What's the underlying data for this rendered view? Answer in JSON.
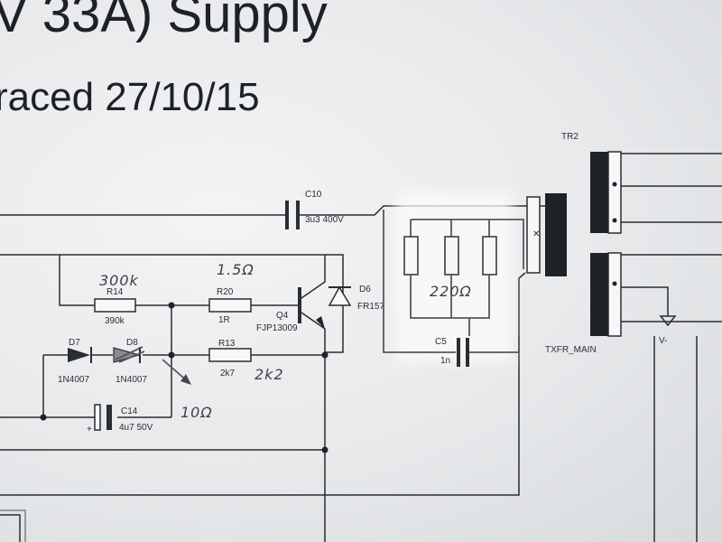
{
  "title": {
    "line1": "V 33A) Supply",
    "line2": "raced 27/10/15"
  },
  "components": {
    "c10": {
      "ref": "C10",
      "value": "3u3 400V"
    },
    "tr2": {
      "ref": "TR2",
      "name": "TXFR_MAIN"
    },
    "vminus": "V-",
    "r14": {
      "ref": "R14",
      "value": "390k",
      "handwritten": "300k"
    },
    "r20": {
      "ref": "R20",
      "value": "1R",
      "handwritten": "1.5Ω"
    },
    "q4": {
      "ref": "Q4",
      "part": "FJP13009"
    },
    "d6": {
      "ref": "D6",
      "part": "FR157"
    },
    "r13": {
      "ref": "R13",
      "value": "2k7",
      "handwritten": "2k2"
    },
    "d7": {
      "ref": "D7",
      "part": "1N4007"
    },
    "d8": {
      "ref": "D8",
      "part": "1N4007",
      "handwritten": "10Ω"
    },
    "c14": {
      "ref": "C14",
      "value": "4u7 50V",
      "polarity": "+"
    },
    "c5": {
      "ref": "C5",
      "value": "1n"
    },
    "snubber": {
      "handwritten": "220Ω"
    }
  },
  "colors": {
    "ink": "#2a2d31",
    "paper": "#eef0f1",
    "pencil": "#55575b"
  }
}
